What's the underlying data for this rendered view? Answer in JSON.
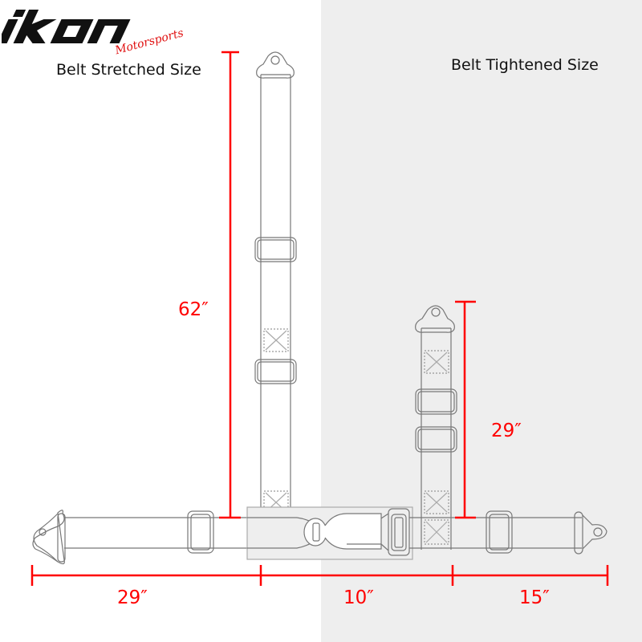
{
  "brand": {
    "name": "ikon",
    "script": "Motorsports"
  },
  "labels": {
    "stretched": "Belt Stretched Size",
    "tightened": "Belt Tightened Size"
  },
  "dimensions": {
    "stretched_height": "62″",
    "tightened_height": "29″",
    "left_lap": "29″",
    "buckle_span": "10″",
    "right_lap": "15″"
  },
  "colors": {
    "dimension": "#ff0000",
    "outline": "#777777",
    "right_bg": "#eeeeee"
  }
}
